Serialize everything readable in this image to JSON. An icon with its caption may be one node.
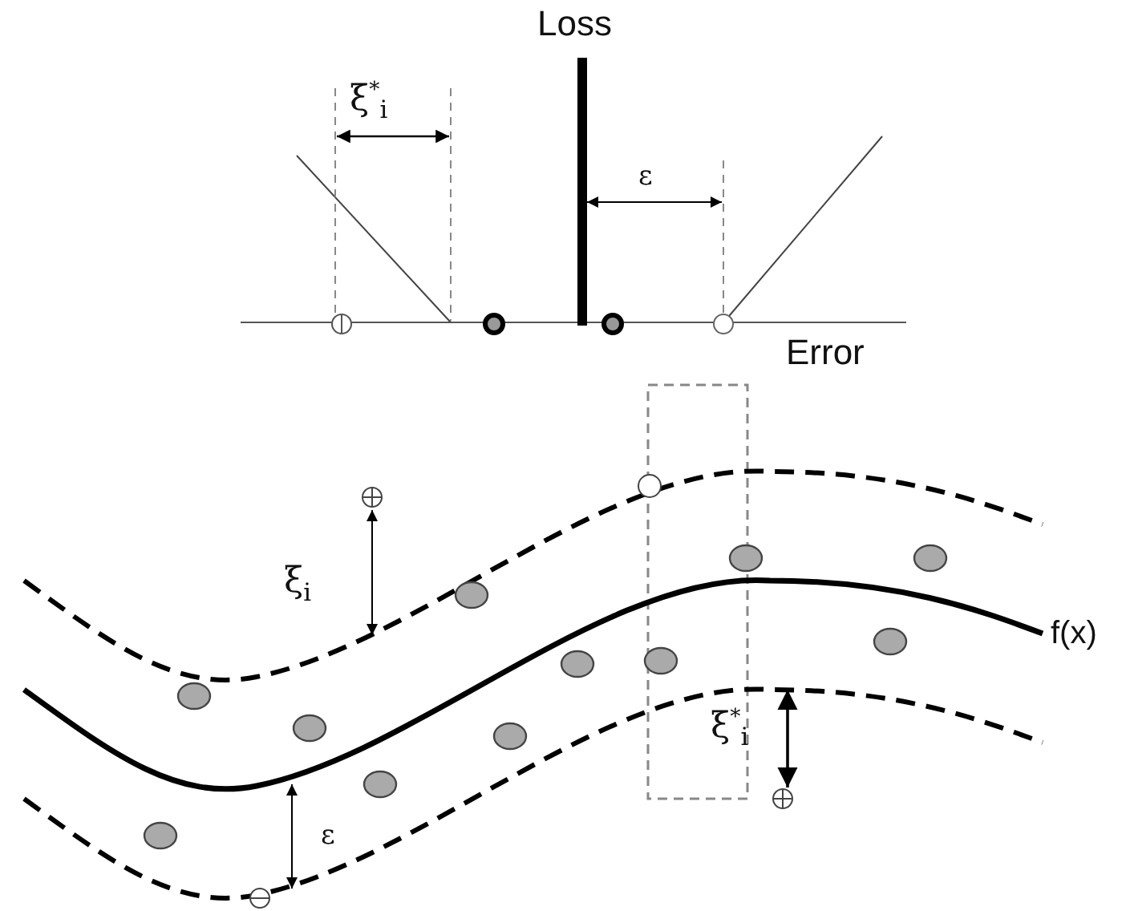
{
  "diagram": {
    "labels": [
      "Loss",
      "ξ$^{*}$$_{i}$",
      "ε",
      "Error",
      "ξ$_{i}$",
      "f(x)",
      "ξ$^{*}$$_{i}$",
      "ε"
    ]
  }
}
